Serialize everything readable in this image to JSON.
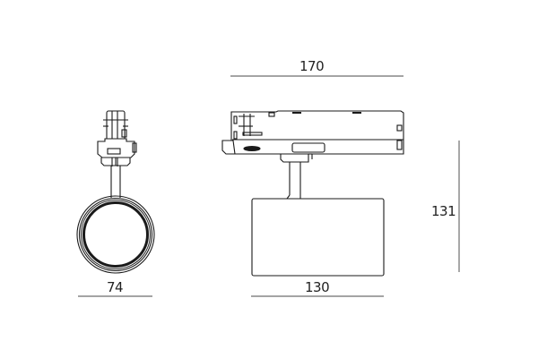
{
  "diagram": {
    "type": "technical-drawing",
    "subject": "track spotlight",
    "views": [
      "front-view",
      "side-view"
    ],
    "line_color": "#1a1a1a",
    "dimension_line_color": "#6e6e6e",
    "dimensions": {
      "front_width": "74",
      "rail_length": "170",
      "body_length": "130",
      "total_height": "131"
    }
  }
}
